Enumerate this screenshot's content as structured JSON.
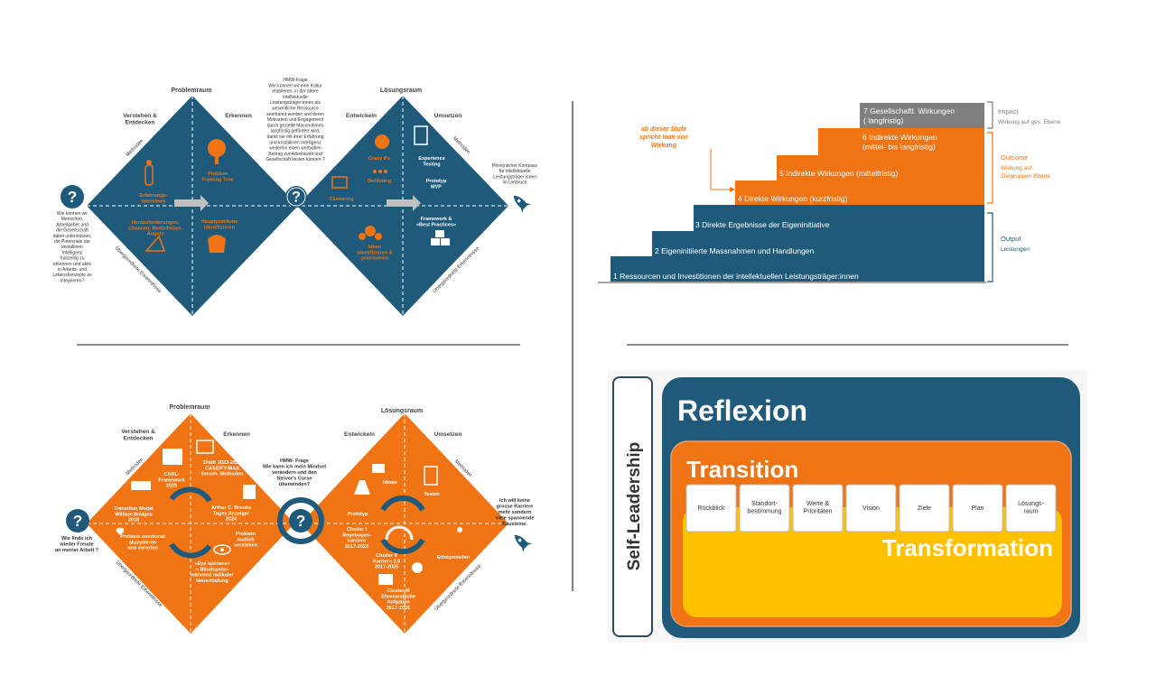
{
  "colors": {
    "blue": "#1f5a7a",
    "orange": "#f07314",
    "grey": "#7f7f7f",
    "yellow": "#ffc000",
    "dark": "#3a3a3a"
  },
  "dd1": {
    "problemraum": "Problemraum",
    "loesungsraum": "Lösungsraum",
    "verstehen": [
      "Verstehen &",
      "Entdecken"
    ],
    "erkennen": "Erkennen",
    "entwickeln": "Entwickeln",
    "umsetzen": "Umsetzen",
    "methoden": "Methoden",
    "erkenntnisse": "Übergeordnete Erkenntnisse",
    "left_q": [
      "Wie können wir",
      "Menschen,",
      "Arbeitgeber und",
      "die Gesellschaft",
      "dabei unterstützen,",
      "die Potenziale der",
      "kristallinen",
      "Intelligenz",
      "frühzeitig zu",
      "erkennen und aktiv",
      "in Arbeits- und",
      "Lebenskonzepte zu",
      "integrieren?"
    ],
    "hmw": [
      "HMW-Frage",
      "Wie können wir eine Kultur",
      "etablieren, in der ältere",
      "intellektuelle",
      "Leistungsträger:innen als",
      "wesentliche Ressource",
      "anerkannt werden und deren",
      "Motivation und Engagement",
      "durch gezielte Massnahmen",
      "langfristig gefördert wird,",
      "damit sie mit ihrer Erfahrung",
      "und kristallinen Intelligenz",
      "weiterhin einen wertvollen",
      "Beitrag zur Arbeitswelt und",
      "Gesellschaft leisten können ?"
    ],
    "erfahrung": [
      "Erfahrungs-",
      "interviews"
    ],
    "herausforderungen": [
      "Herausforderungen,",
      "Chancen, Bedürfnisse,",
      "Ängste"
    ],
    "problem_framing": [
      "Problem",
      "Framing Tree"
    ],
    "hauptprobleme": [
      "Hauptprobleme",
      "identifizieren"
    ],
    "crazy8": "Crazy 8's",
    "dotvoting": "DotVoting",
    "clustering": "Clustering",
    "ideen": [
      "Ideen",
      "identifizieren &",
      "priorisieren"
    ],
    "experience": [
      "Experience",
      "Testing"
    ],
    "prototyp": [
      "Prototyp",
      "MVP"
    ],
    "framework": [
      "Framework &",
      "«Best Practices»"
    ],
    "right": [
      "Persönlicher Kompass",
      "für intellektuelle",
      "Leistungsträger:innen",
      "im Umbruch"
    ]
  },
  "stairs": {
    "steps": [
      "1 Ressourcen und  Investitionen der intellektuellen Leistungsträger:innen",
      "2  Eigeninitiierte Massnahmen  und Handlungen",
      "3 Direkte Ergebnisse der Eigeninitiative",
      "4  Direkte Wirkungen (kurzfristig)",
      "5 Indirekte Wirkungen (mittelfristig)",
      "6 Indirekte Wirkungen",
      "(mittel- bis langfristig)",
      "7  Gesellschaftl.  Wirkungen",
      "( langfristig)"
    ],
    "annotation": [
      "ab dieser Stufe",
      "spricht man von",
      "Wirkung"
    ],
    "impact_title": "Impact",
    "impact_sub": "Wirkung auf ges. Ebene",
    "outcome_title": "Outcome",
    "outcome_sub": [
      "Wirkung auf",
      "Zielgruppen Ebene"
    ],
    "output_title": "Output",
    "output_sub": "Leistungen"
  },
  "dd2": {
    "problemraum": "Problemraum",
    "loesungsraum": "Lösungsraum",
    "verstehen": [
      "Verstehen &",
      "Entdecken"
    ],
    "erkennen": "Erkennen",
    "entwickeln": "Entwickeln",
    "umsetzen": "Umsetzen",
    "methoden": "Methoden",
    "erkenntnisse": "Übergeordnete Erkenntnisse",
    "left_q": [
      "Wie finde ich",
      "wieder Freude",
      "an meiner Arbeit ?"
    ],
    "hmw": [
      "HMW- Frage",
      "Wie kann ich mein Mindset",
      "verändern und den",
      "Striver's Curse",
      "überwinden?"
    ],
    "carl": [
      "CARL-",
      "Framework",
      "2025"
    ],
    "zhdk": [
      "ZHdK 2023-2025",
      "CAS/DFY/MAS",
      "Versch. Methoden"
    ],
    "transition": [
      "Transition Model",
      "William Bridges",
      "2018"
    ],
    "arthur": [
      "Arthur C. Brooks",
      "Tages Anzeiger",
      "2024"
    ],
    "emotional": [
      "Problem emotional",
      "akzeptieren",
      "und verorten"
    ],
    "verstehen2": [
      "Problem",
      "endlich",
      "verstehen"
    ],
    "eye": [
      "«Eye openers»",
      "« Blindspots»",
      "während radikaler",
      "Neuerfindung"
    ],
    "ideate": "Ideate",
    "prototyp": "Prototyp",
    "testen": "Testen",
    "cluster1": [
      "Cluster I",
      "Regebogen-",
      "karriere",
      "2017-2023"
    ],
    "cluster2": [
      "Cluster II",
      "Karriere 2.0",
      "2017-2025"
    ],
    "cluster3": [
      "Cluster III",
      "Ehrenamtliche",
      "Aufgaben",
      "2017-2026"
    ],
    "erfolg": "Erfolgsmeilen",
    "right": [
      "Ich will keine",
      "grosse Karriere",
      "mehr sondern",
      "viele spannende",
      "Bausteine."
    ]
  },
  "reflexion": {
    "side": "Self-Leadership",
    "reflexion": "Reflexion",
    "transition": "Transition",
    "transformation": "Transformation",
    "boxes": [
      [
        "Rückblick"
      ],
      [
        "Standort-",
        "bestimmung"
      ],
      [
        "Werte &",
        "Prioritäten"
      ],
      [
        "Vision"
      ],
      [
        "Ziele"
      ],
      [
        "Plan"
      ],
      [
        "Lösungs-",
        "raum"
      ]
    ]
  }
}
